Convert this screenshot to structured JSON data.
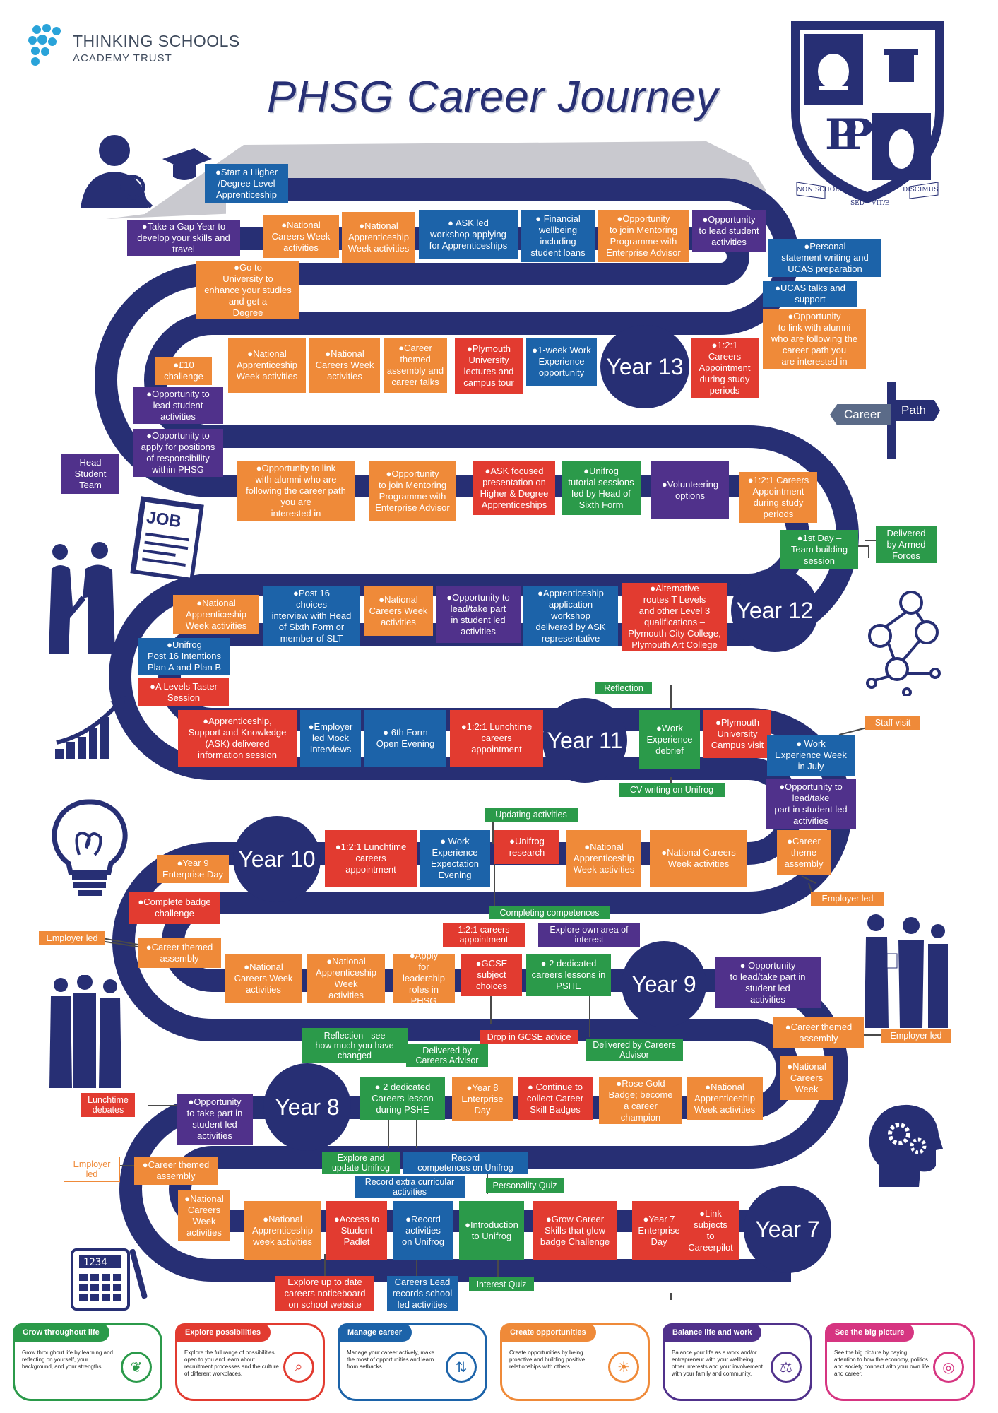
{
  "header": {
    "org_line1": "THINKING SCHOOLS",
    "org_line2": "ACADEMY TRUST",
    "title": "PHSG Career Journey"
  },
  "crest": {
    "letters": "PP",
    "motto_left": "NON SCHOLÆ",
    "motto_right": "DISCIMUS",
    "motto_bottom_left": "SED",
    "motto_bottom_right": "VITÆ",
    "colors": {
      "navy": "#272f74",
      "white": "#ffffff"
    }
  },
  "signpost": {
    "career": "Career",
    "path": "Path"
  },
  "years": [
    "Year 13",
    "Year 12",
    "Year 11",
    "Year 10",
    "Year 9",
    "Year 8",
    "Year 7"
  ],
  "activities": [
    "●Start a Higher\n/Degree Level\nApprenticeship",
    "●Take a Gap Year to\ndevelop your skills and\ntravel",
    "●National\nCareers Week\nactivities",
    "●National\nApprenticeship\nWeek activities",
    "● ASK led\nworkshop applying\nfor Apprenticeships",
    "● Financial\nwellbeing\nincluding\nstudent loans",
    "●Opportunity\nto join Mentoring\nProgramme with\nEnterprise Advisor",
    "●Opportunity\nto lead student\nactivities",
    "●Personal\nstatement writing and\nUCAS preparation",
    "●Go to\nUniversity to\nenhance your studies\nand get a\nDegree",
    "●UCAS talks and\nsupport",
    "●Opportunity\nto link with alumni\nwho are following the\ncareer path you\nare interested in",
    "●National\nApprenticeship\nWeek activities",
    "●National\nCareers Week\nactivities",
    "●Career\nthemed\nassembly and\ncareer talks",
    "●Plymouth\nUniversity\nlectures and\ncampus tour",
    "●1-week Work\nExperience\nopportunity",
    "●1:2:1\nCareers\nAppointment\nduring study\nperiods",
    "●£10\nchallenge",
    "●Opportunity to\nlead student\nactivities",
    "●Opportunity to\napply for positions\nof responsibility\nwithin PHSG",
    "Head\nStudent\nTeam",
    "●Opportunity to link\nwith alumni who are\nfollowing the career path\nyou are\ninterested in",
    "●Opportunity\nto join Mentoring\nProgramme with\nEnterprise Advisor",
    "●ASK focused\npresentation on\nHigher & Degree\nApprenticeships",
    "●Unifrog\ntutorial sessions\nled by Head of\nSixth Form",
    "●Volunteering\noptions",
    "●1:2:1 Careers\nAppointment\nduring study\nperiods",
    "●1st Day –\nTeam building\nsession",
    "Delivered\nby Armed\nForces",
    "●National\nApprenticeship\nWeek activities",
    "●Post 16\nchoices\ninterview with Head\nof Sixth Form or\nmember of SLT",
    "●National\nCareers Week\nactivities",
    "●Opportunity to\nlead/take part\nin student led\nactivities",
    "●Apprenticeship\napplication\nworkshop\ndelivered by ASK\nrepresentative",
    "●Alternative\nroutes T Levels\nand other Level 3\nqualifications –\nPlymouth City College,\nPlymouth Art College",
    "●Unifrog\nPost 16 Intentions\nPlan A and Plan B",
    "●A Levels Taster\nSession",
    "Reflection",
    "●Apprenticeship,\nSupport and Knowledge\n(ASK) delivered\ninformation session",
    "●Employer\nled Mock\nInterviews",
    "● 6th Form\nOpen Evening",
    "●1:2:1 Lunchtime\ncareers\nappointment",
    "●Work\nExperience\ndebrief",
    "●Plymouth\nUniversity\nCampus visit",
    "Staff visit",
    "● Work\nExperience Week\nin July",
    "CV writing on Unifrog",
    "●Opportunity to\nlead/take\npart in student led\nactivities",
    "Updating activities",
    "●1:2:1 Lunchtime\ncareers\nappointment",
    "● Work\nExperience\nExpectation\nEvening",
    "●Unifrog\nresearch",
    "●National\nApprenticeship\nWeek activities",
    "●National Careers\nWeek activities",
    "●Career\ntheme\nassembly",
    "●Year 9\nEnterprise Day",
    "Employer led",
    "●Complete badge\nchallenge",
    "Completing competences",
    "1:2:1 careers\nappointment",
    "Explore own area of\ninterest",
    "Employer led",
    "●Career themed\nassembly",
    "●National\nCareers Week\nactivities",
    "●National\nApprenticeship\nWeek\nactivities",
    "●Apply\nfor\nleadership\nroles in PHSG",
    "●GCSE\nsubject\nchoices",
    "● 2 dedicated\ncareers lessons in\nPSHE",
    "● Opportunity\nto lead/take part in\nstudent led\nactivities",
    "●Career themed\nassembly",
    "Employer led",
    "Reflection - see\nhow much you have\nchanged",
    "Drop in GCSE advice",
    "Delivered by\nCareers Advisor",
    "Delivered by Careers\nAdvisor",
    "●National\nCareers\nWeek",
    "Lunchtime\ndebates",
    "●Opportunity\nto take part in\nstudent led\nactivities",
    "● 2 dedicated\nCareers lesson\nduring PSHE",
    "●Year 8\nEnterprise\nDay",
    "● Continue to\ncollect Career\nSkill Badges",
    "●Rose Gold\nBadge; become\na career\nchampion",
    "●National\nApprenticeship\nWeek activities",
    "Employer\nled",
    "●Career themed\nassembly",
    "Explore and\nupdate Unifrog",
    "Record\ncompetences on Unifrog",
    "Record extra curricular\nactivities",
    "Personality Quiz",
    "●National\nCareers\nWeek\nactivities",
    "●National\nApprenticeship\nweek activities",
    "●Access to\nStudent\nPadlet",
    "●Record\nactivities\non Unifrog",
    "●Introduction\nto Unifrog",
    "●Grow Career\nSkills that glow\nbadge Challenge",
    "●Year 7\nEnterprise\nDay",
    "●Link\nsubjects\nto\nCareerpilot",
    "Explore up to date\ncareers noticeboard\non school website",
    "Careers Lead\nrecords school\nled activities",
    "Interest Quiz"
  ],
  "footer": [
    {
      "title": "Grow throughout life",
      "text": "Grow throughout life by learning and reflecting on yourself, your background, and your strengths.",
      "color": "#2b9a4a",
      "icon": "sprout-icon"
    },
    {
      "title": "Explore possibilities",
      "text": "Explore the full range of possibilities open to you and learn about recruitment processes and the culture of different workplaces.",
      "color": "#e23b30",
      "icon": "magnifier-icon"
    },
    {
      "title": "Manage career",
      "text": "Manage your career actively, make the most of opportunities and learn from setbacks.",
      "color": "#1c63a9",
      "icon": "arrows-icon"
    },
    {
      "title": "Create opportunities",
      "text": "Create opportunities by being proactive and building positive relationships with others.",
      "color": "#ef8a39",
      "icon": "bulb-icon"
    },
    {
      "title": "Balance life and work",
      "text": "Balance your life as a work and/or entrepreneur with your wellbeing, other interests and your involvement with your family and community.",
      "color": "#50318b",
      "icon": "scales-icon"
    },
    {
      "title": "See the big picture",
      "text": "See the big picture by paying attention to how the economy, politics and society connect with your own life and career.",
      "color": "#d63581",
      "icon": "camera-icon"
    }
  ]
}
